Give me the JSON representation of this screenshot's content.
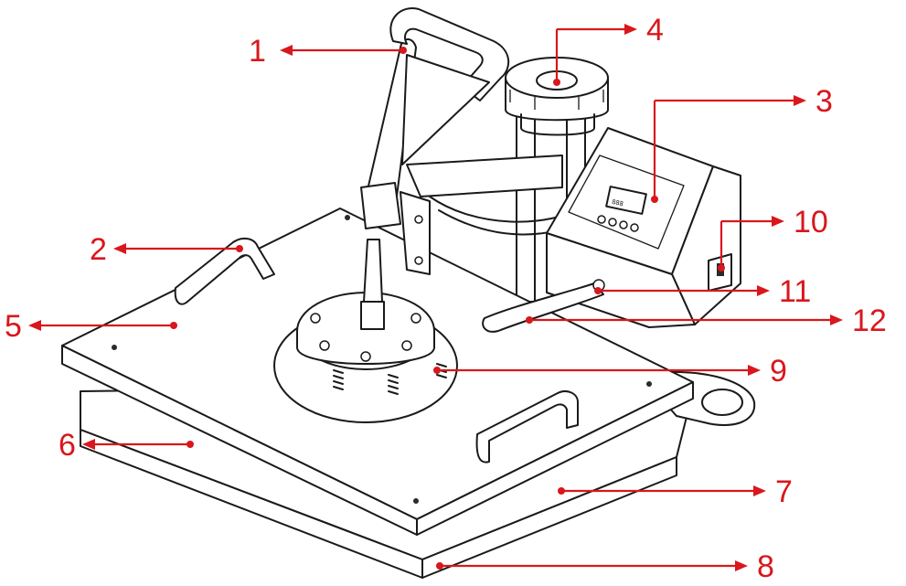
{
  "diagram": {
    "colors": {
      "callout": "#d9171c",
      "outline": "#1a1a1a",
      "background": "#ffffff"
    },
    "callouts": [
      {
        "id": "1",
        "label": "1"
      },
      {
        "id": "2",
        "label": "2"
      },
      {
        "id": "3",
        "label": "3"
      },
      {
        "id": "4",
        "label": "4"
      },
      {
        "id": "5",
        "label": "5"
      },
      {
        "id": "6",
        "label": "6"
      },
      {
        "id": "7",
        "label": "7"
      },
      {
        "id": "8",
        "label": "8"
      },
      {
        "id": "9",
        "label": "9"
      },
      {
        "id": "10",
        "label": "10"
      },
      {
        "id": "11",
        "label": "11"
      },
      {
        "id": "12",
        "label": "12"
      }
    ]
  }
}
